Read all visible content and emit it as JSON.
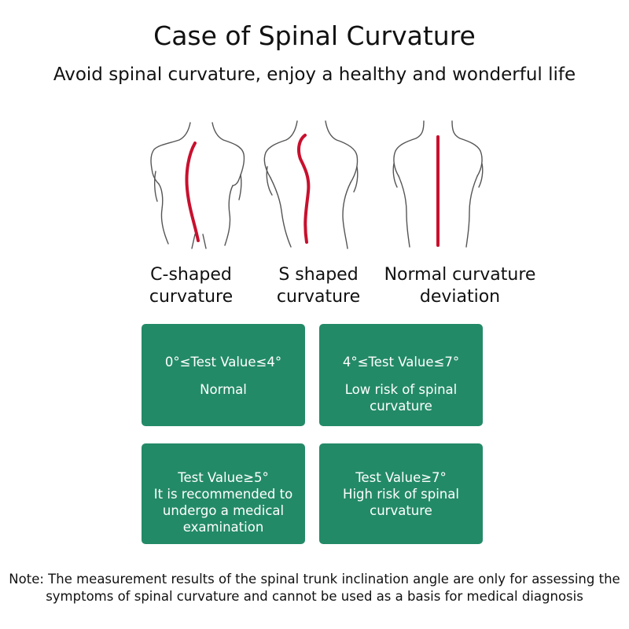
{
  "title": "Case of Spinal Curvature",
  "subtitle": "Avoid spinal curvature, enjoy a healthy and wonderful life",
  "figures": [
    {
      "caption_line1": "C-shaped",
      "caption_line2": "curvature",
      "icon": "c-shaped-spine-figure"
    },
    {
      "caption_line1": "S shaped",
      "caption_line2": "curvature",
      "icon": "s-shaped-spine-figure"
    },
    {
      "caption_line1": "Normal curvature",
      "caption_line2": "deviation",
      "icon": "normal-spine-figure"
    }
  ],
  "boxes": [
    {
      "range": "0°≤Test Value≤4°",
      "desc": "Normal"
    },
    {
      "range": "4°≤Test Value≤7°",
      "desc": "Low risk of spinal curvature"
    },
    {
      "range": "Test Value≥5°",
      "desc": "It is recommended to undergo a medical examination"
    },
    {
      "range": "Test Value≥7°",
      "desc": "High risk of spinal curvature"
    }
  ],
  "note": "Note: The measurement results of the spinal trunk inclination angle are only for assessing the symptoms of spinal curvature and cannot be used as a basis for medical diagnosis",
  "colors": {
    "box": "#238a67",
    "spine": "#c8102e",
    "outline": "#555555"
  }
}
